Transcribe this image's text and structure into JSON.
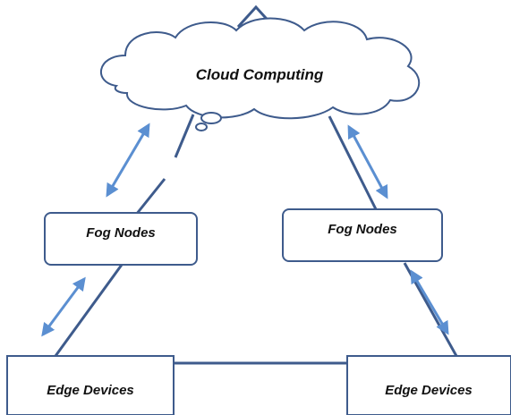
{
  "cloud": {
    "label": "Cloud Computing"
  },
  "fog_nodes": [
    {
      "label": "Fog Nodes"
    },
    {
      "label": "Fog Nodes"
    }
  ],
  "edge_devices": [
    {
      "label": "Edge Devices"
    },
    {
      "label": "Edge Devices"
    }
  ],
  "colors": {
    "line": "#3e5b8c",
    "arrow": "#5b8fd1",
    "box_border": "#3e5b8c",
    "text": "#111111"
  }
}
